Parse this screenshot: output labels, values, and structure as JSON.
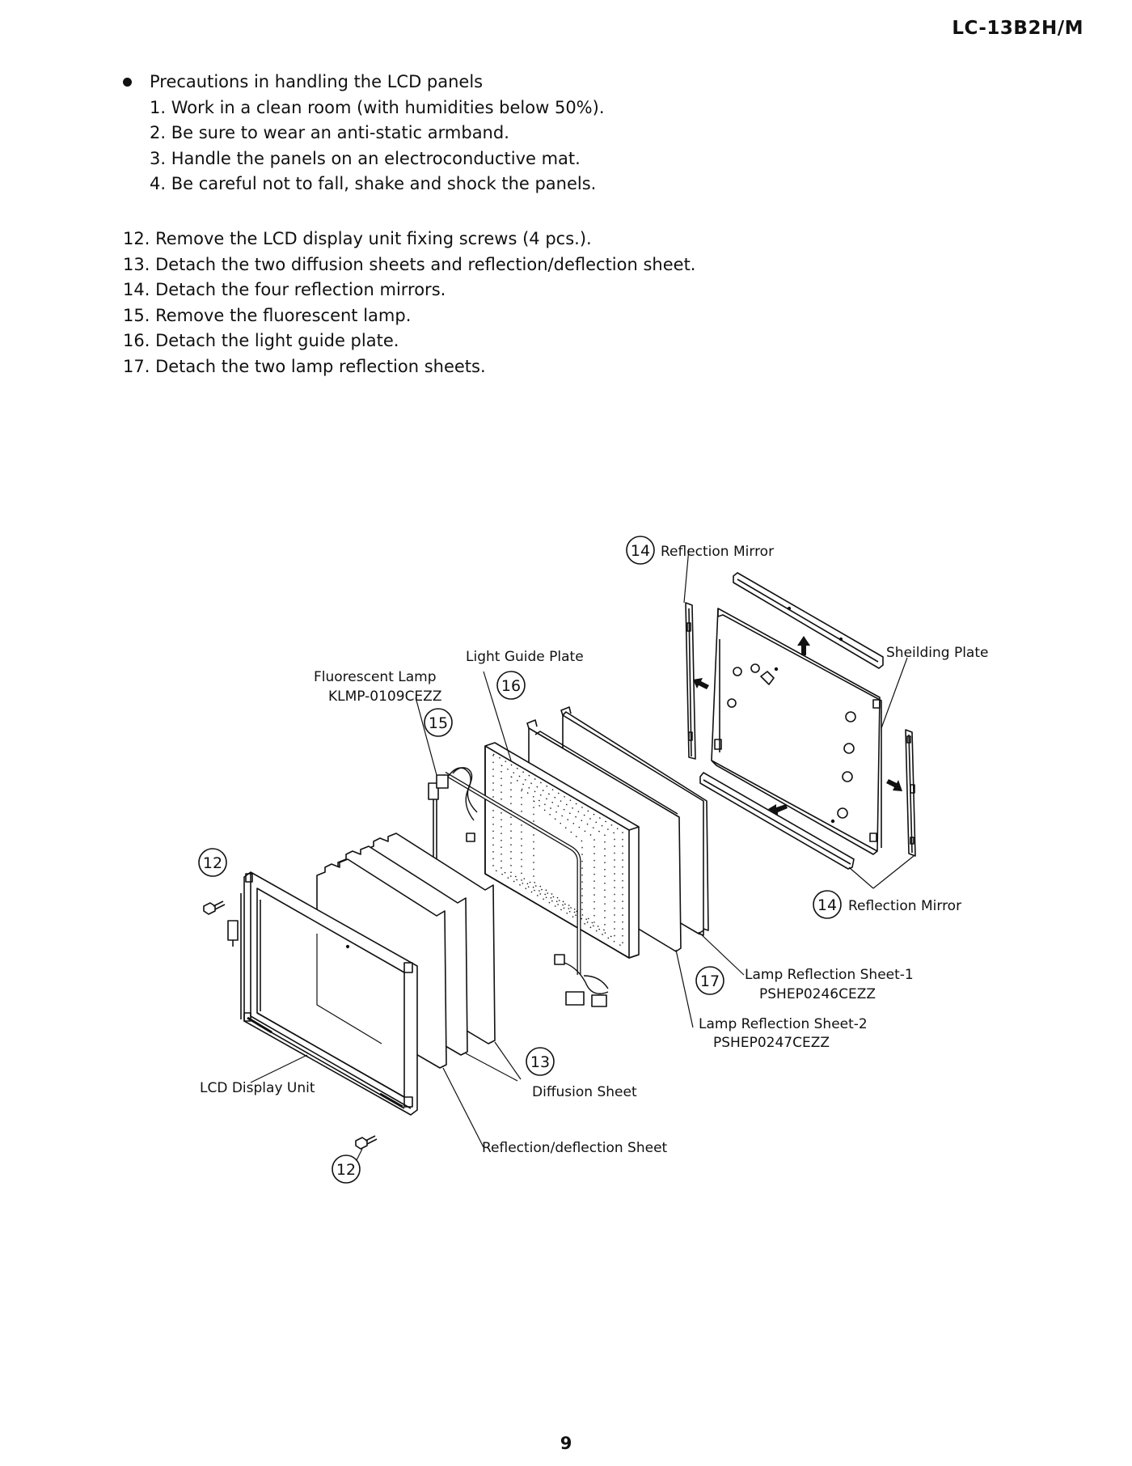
{
  "header": {
    "model": "LC-13B2H/M"
  },
  "precautions": {
    "title": "Precautions in handling the LCD panels",
    "items": [
      "1. Work in a clean room (with humidities below 50%).",
      "2. Be sure to wear an anti-static armband.",
      "3. Handle the panels on an electroconductive mat.",
      "4. Be careful not to fall, shake and shock the panels."
    ]
  },
  "steps": [
    "12. Remove the LCD display unit fixing screws (4 pcs.).",
    "13. Detach the two diffusion sheets and reflection/deflection sheet.",
    "14. Detach the four reflection mirrors.",
    "15. Remove the fluorescent lamp.",
    "16. Detach the light guide plate.",
    "17. Detach the two lamp reflection sheets."
  ],
  "diagram": {
    "callouts": {
      "c14_top": "14",
      "c16": "16",
      "c15": "15",
      "c12_top": "12",
      "c14_bottom": "14",
      "c17": "17",
      "c13": "13",
      "c12_bottom": "12"
    },
    "labels": {
      "reflection_mirror_top": "Reflection Mirror",
      "light_guide_plate": "Light Guide Plate",
      "shielding_plate": "Sheilding Plate",
      "fluorescent_lamp": "Fluorescent Lamp",
      "fluorescent_lamp_part": "KLMP-0109CEZZ",
      "reflection_mirror_bottom": "Reflection Mirror",
      "lamp_sheet_1": "Lamp Reflection Sheet-1",
      "lamp_sheet_1_part": "PSHEP0246CEZZ",
      "lamp_sheet_2": "Lamp Reflection Sheet-2",
      "lamp_sheet_2_part": "PSHEP0247CEZZ",
      "lcd_display_unit": "LCD Display Unit",
      "diffusion_sheet": "Diffusion Sheet",
      "reflection_deflection_sheet": "Reflection/deflection Sheet"
    }
  },
  "footer": {
    "page_number": "9"
  }
}
